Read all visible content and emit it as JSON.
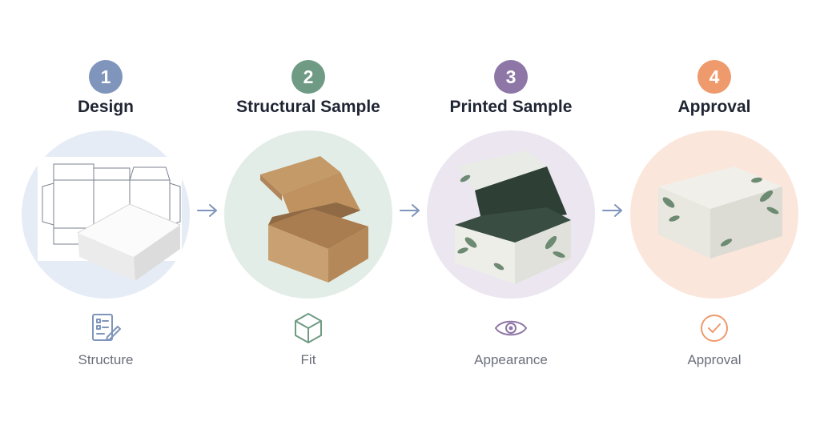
{
  "steps": [
    {
      "number": "1",
      "title": "Design",
      "caption": "Structure",
      "icon": "pencil-document-icon",
      "color": "#7f95bb",
      "bg": "#e6ecf6"
    },
    {
      "number": "2",
      "title": "Structural Sample",
      "caption": "Fit",
      "icon": "cube-icon",
      "color": "#6f9b85",
      "bg": "#e3ede7"
    },
    {
      "number": "3",
      "title": "Printed Sample",
      "caption": "Appearance",
      "icon": "eye-icon",
      "color": "#8e76a6",
      "bg": "#ece6f0"
    },
    {
      "number": "4",
      "title": "Approval",
      "caption": "Approval",
      "icon": "check-circle-icon",
      "color": "#ee9a6c",
      "bg": "#fbe6db"
    }
  ]
}
